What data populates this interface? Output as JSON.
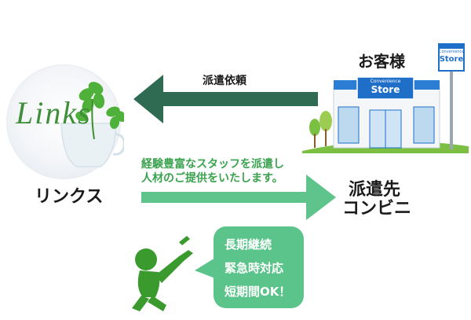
{
  "logo": {
    "text": "Links"
  },
  "nodes": {
    "links_label": "リンクス",
    "customer_label": "お客様",
    "destination_line1": "派遣先",
    "destination_line2": "コンビニ"
  },
  "store_sign": {
    "small": "Convenience",
    "big": "Store"
  },
  "pole_sign": {
    "small": "Convenience",
    "big": "Store"
  },
  "arrows": {
    "request_label": "派遣依頼",
    "dispatch_line1": "経験豊富なスタッフを派遣し",
    "dispatch_line2": "人材のご提供をいたします。"
  },
  "bubble": {
    "line1": "長期継続",
    "line2": "緊急時対応",
    "line3": "短期間OK！"
  },
  "colors": {
    "dark_arrow": "#2f6b52",
    "light_arrow": "#5ec48c",
    "text_green": "#3aa24f",
    "store_blue": "#1f6fc8",
    "figure_green": "#3a9a2e"
  }
}
